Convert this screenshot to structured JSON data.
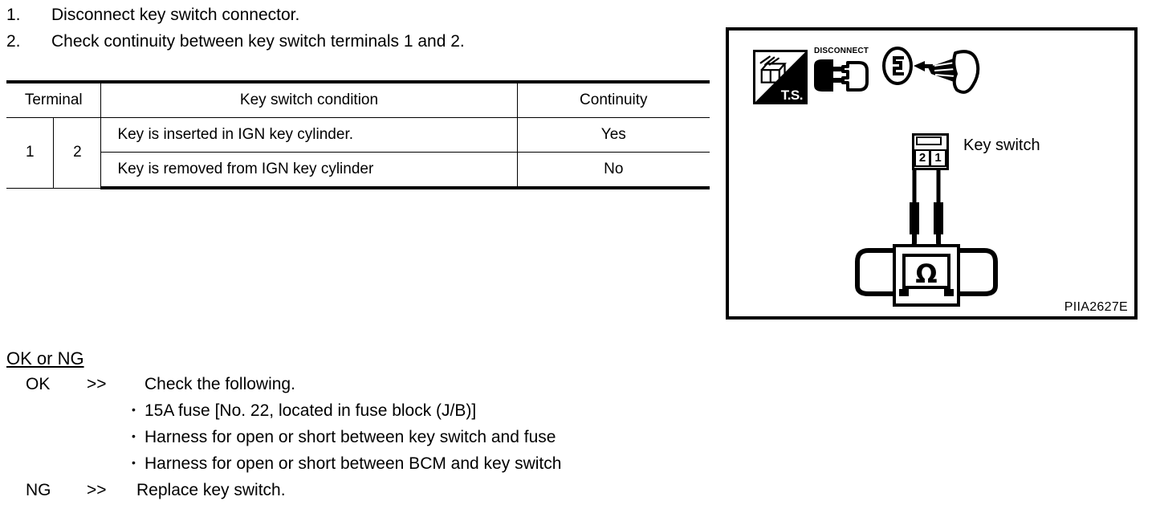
{
  "steps": [
    {
      "num": "1.",
      "text": "Disconnect key switch connector."
    },
    {
      "num": "2.",
      "text": "Check continuity between key switch terminals 1 and 2."
    }
  ],
  "table": {
    "headers": {
      "terminal": "Terminal",
      "condition": "Key switch condition",
      "continuity": "Continuity"
    },
    "terminals": {
      "first": "1",
      "second": "2"
    },
    "rows": [
      {
        "condition": "Key is inserted in IGN key cylinder.",
        "continuity": "Yes"
      },
      {
        "condition": "Key is removed from IGN key cylinder",
        "continuity": "No"
      }
    ]
  },
  "diagram": {
    "ts_icon_label": "T.S.",
    "disconnect_label": "DISCONNECT",
    "connector": {
      "terminal_left": "2",
      "terminal_right": "1",
      "label": "Key switch"
    },
    "meter_symbol": "Ω",
    "figure_id": "PIIA2627E"
  },
  "result": {
    "title": "OK or NG",
    "ok": {
      "key": "OK",
      "arrow": ">>",
      "text": "Check the following.",
      "bullets": [
        "15A fuse [No. 22, located in fuse block (J/B)]",
        "Harness for open or short between key switch and fuse",
        "Harness for open or short between BCM and key switch"
      ]
    },
    "ng": {
      "key": "NG",
      "arrow": ">>",
      "text": "Replace key switch."
    }
  },
  "colors": {
    "ink": "#000000",
    "paper": "#ffffff"
  }
}
